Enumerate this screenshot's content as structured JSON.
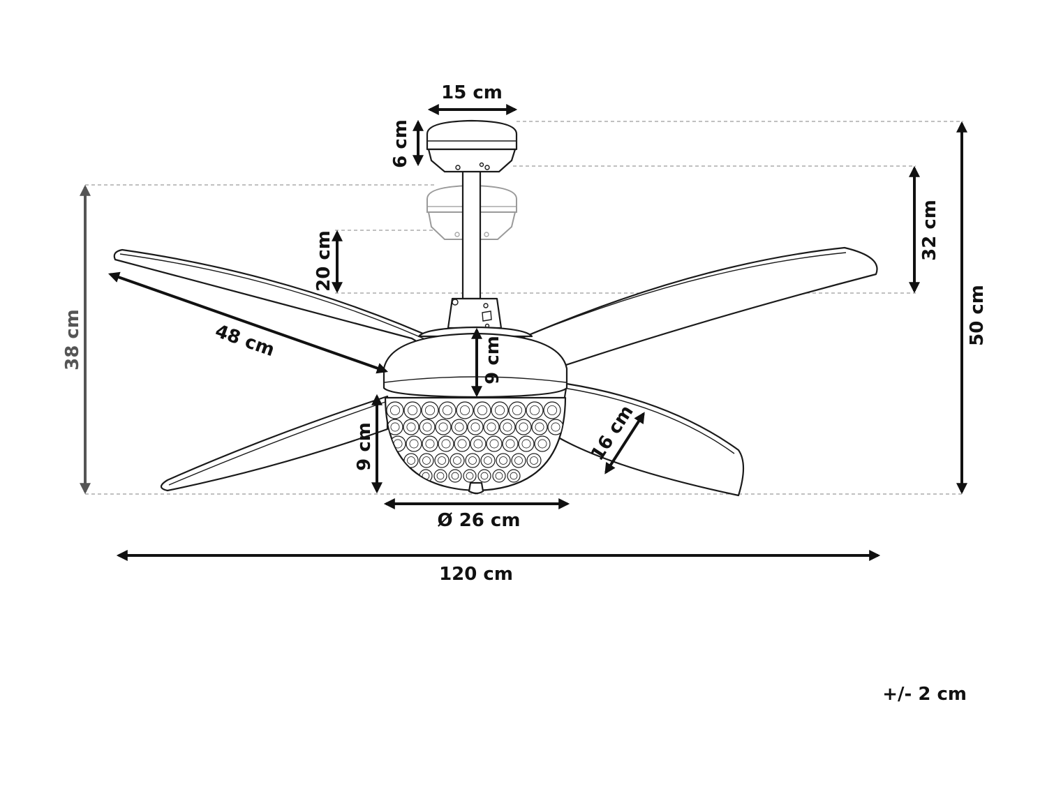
{
  "dimensions": {
    "canopy_width": "15 cm",
    "canopy_height": "6 cm",
    "downrod_adjust": "20 cm",
    "downrod_length": "32 cm",
    "overall_height": "50 cm",
    "short_height": "38 cm",
    "blade_length": "48 cm",
    "motor_height": "9 cm",
    "light_height": "9 cm",
    "blade_width": "16 cm",
    "light_diameter": "Ø 26 cm",
    "span": "120 cm"
  },
  "tolerance": "+/- 2 cm",
  "colors": {
    "line": "#1a1a1a",
    "dimension": "#111111",
    "secondary_dimension": "#555555",
    "guide": "#9a9a9a"
  }
}
